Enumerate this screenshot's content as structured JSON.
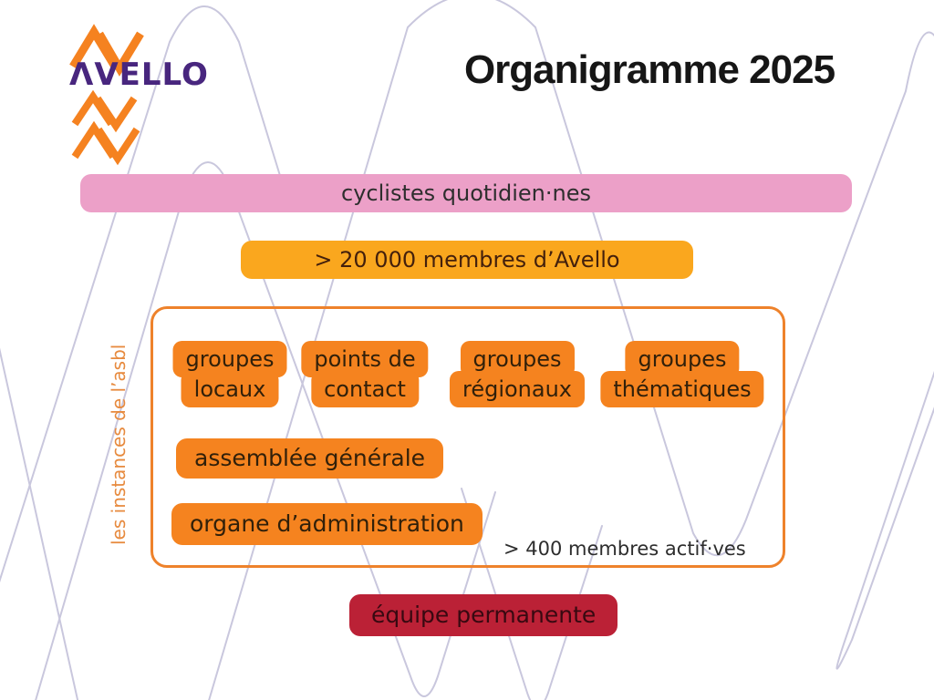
{
  "logo": {
    "wordmark": "ΛVELLO"
  },
  "header": {
    "title": "Organigramme 2025"
  },
  "audience_bar": {
    "label": "cyclistes quotidien·nes"
  },
  "members_bar": {
    "label": "> 20 000 membres d’Avello"
  },
  "instances_box": {
    "side_label": "les instances de l’asbl",
    "chips": [
      {
        "line1": "groupes",
        "line2": "locaux"
      },
      {
        "line1": "points de",
        "line2": "contact"
      },
      {
        "line1": "groupes",
        "line2": "régionaux"
      },
      {
        "line1": "groupes",
        "line2": "thématiques"
      }
    ],
    "general_assembly": "assemblée générale",
    "board": "organe d’administration",
    "active_members_note": "> 400 membres actif·ves"
  },
  "team_bar": {
    "label": "équipe permanente"
  },
  "colors": {
    "chip_orange": "#f5831f",
    "bar_orange": "#faa71e",
    "box_border_orange": "#ee822b",
    "side_label_orange": "#e78a3e",
    "pink": "#eca0c8",
    "dark_red": "#bb2136",
    "logo_purple": "#48267e",
    "logo_orange": "#f58220",
    "title_black": "#161616",
    "watermark_lavender": "#c9c7dd"
  }
}
